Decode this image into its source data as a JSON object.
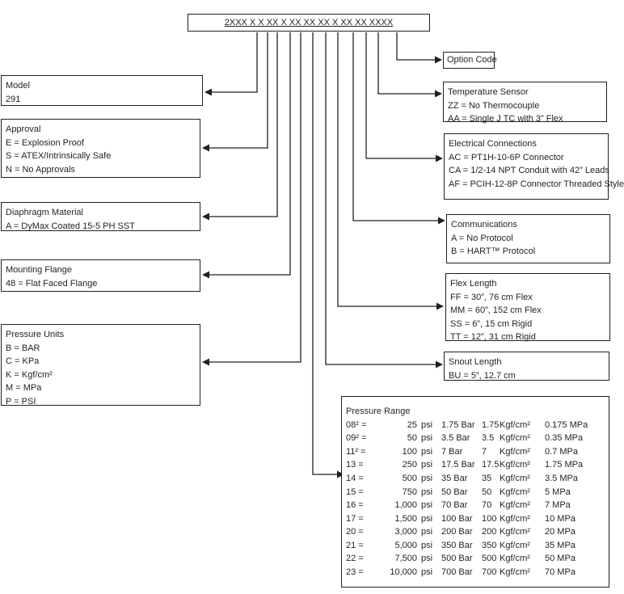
{
  "model_code": "2XXX X X XX X XX XX XX X XX XX XXXX",
  "boxes": {
    "model": {
      "title": "Model",
      "lines": [
        "291"
      ]
    },
    "approval": {
      "title": "Approval",
      "lines": [
        "E = Explosion Proof",
        "S = ATEX/Intrinsically Safe",
        "N = No Approvals"
      ]
    },
    "diaphragm": {
      "title": "Diaphragm Material",
      "lines": [
        "A = DyMax Coated 15-5 PH SST"
      ]
    },
    "mounting": {
      "title": "Mounting Flange",
      "lines": [
        "48 = Flat Faced Flange"
      ]
    },
    "units": {
      "title": "Pressure Units",
      "lines": [
        "B = BAR",
        "C = KPa",
        "K = Kgf/cm²",
        "M = MPa",
        "P = PSI"
      ]
    },
    "option": {
      "title": "Option Code",
      "lines": []
    },
    "temp": {
      "title": "Temperature Sensor",
      "lines": [
        "ZZ = No Thermocouple",
        "AA = Single J TC with 3” Flex"
      ]
    },
    "electrical": {
      "title": "Electrical Connections",
      "lines": [
        "AC = PT1H-10-6P Connector",
        "CA = 1/2-14 NPT Conduit with 42” Leads",
        "AF = PCIH-12-8P Connector Threaded Style"
      ]
    },
    "comms": {
      "title": "Communications",
      "lines": [
        "A = No Protocol",
        "B = HART™ Protocol"
      ]
    },
    "flex": {
      "title": "Flex Length",
      "lines": [
        "FF = 30”, 76 cm Flex",
        "MM = 60”, 152 cm Flex",
        "SS = 6”, 15 cm Rigid",
        "TT = 12”, 31 cm Rigid"
      ]
    },
    "snout": {
      "title": "Snout Length",
      "lines": [
        "BU = 5”, 12.7 cm"
      ]
    }
  },
  "pressure_range": {
    "title": "Pressure Range",
    "rows": [
      [
        "08² =",
        "25",
        "psi",
        "1.75 Bar",
        "1.75",
        "Kgf/cm²",
        "0.175 MPa"
      ],
      [
        "09² =",
        "50",
        "psi",
        "3.5 Bar",
        "3.5",
        "Kgf/cm²",
        "0.35 MPa"
      ],
      [
        "11² =",
        "100",
        "psi",
        "7 Bar",
        "7",
        "Kgf/cm²",
        "0.7 MPa"
      ],
      [
        "13 =",
        "250",
        "psi",
        "17.5 Bar",
        "17.5",
        "Kgf/cm²",
        "1.75 MPa"
      ],
      [
        "14 =",
        "500",
        "psi",
        "35 Bar",
        "35",
        "Kgf/cm²",
        "3.5 MPa"
      ],
      [
        "15 =",
        "750",
        "psi",
        "50 Bar",
        "50",
        "Kgf/cm²",
        "5 MPa"
      ],
      [
        "16 =",
        "1,000",
        "psi",
        "70 Bar",
        "70",
        "Kgf/cm²",
        "7 MPa"
      ],
      [
        "17 =",
        "1,500",
        "psi",
        "100 Bar",
        "100",
        "Kgf/cm²",
        "10 MPa"
      ],
      [
        "20 =",
        "3,000",
        "psi",
        "200 Bar",
        "200",
        "Kgf/cm²",
        "20 MPa"
      ],
      [
        "21 =",
        "5,000",
        "psi",
        "350 Bar",
        "350",
        "Kgf/cm²",
        "35 MPa"
      ],
      [
        "22 =",
        "7,500",
        "psi",
        "500 Bar",
        "500",
        "Kgf/cm²",
        "50 MPa"
      ],
      [
        "23 =",
        "10,000",
        "psi",
        "700 Bar",
        "700",
        "Kgf/cm²",
        "70 MPa"
      ]
    ]
  }
}
